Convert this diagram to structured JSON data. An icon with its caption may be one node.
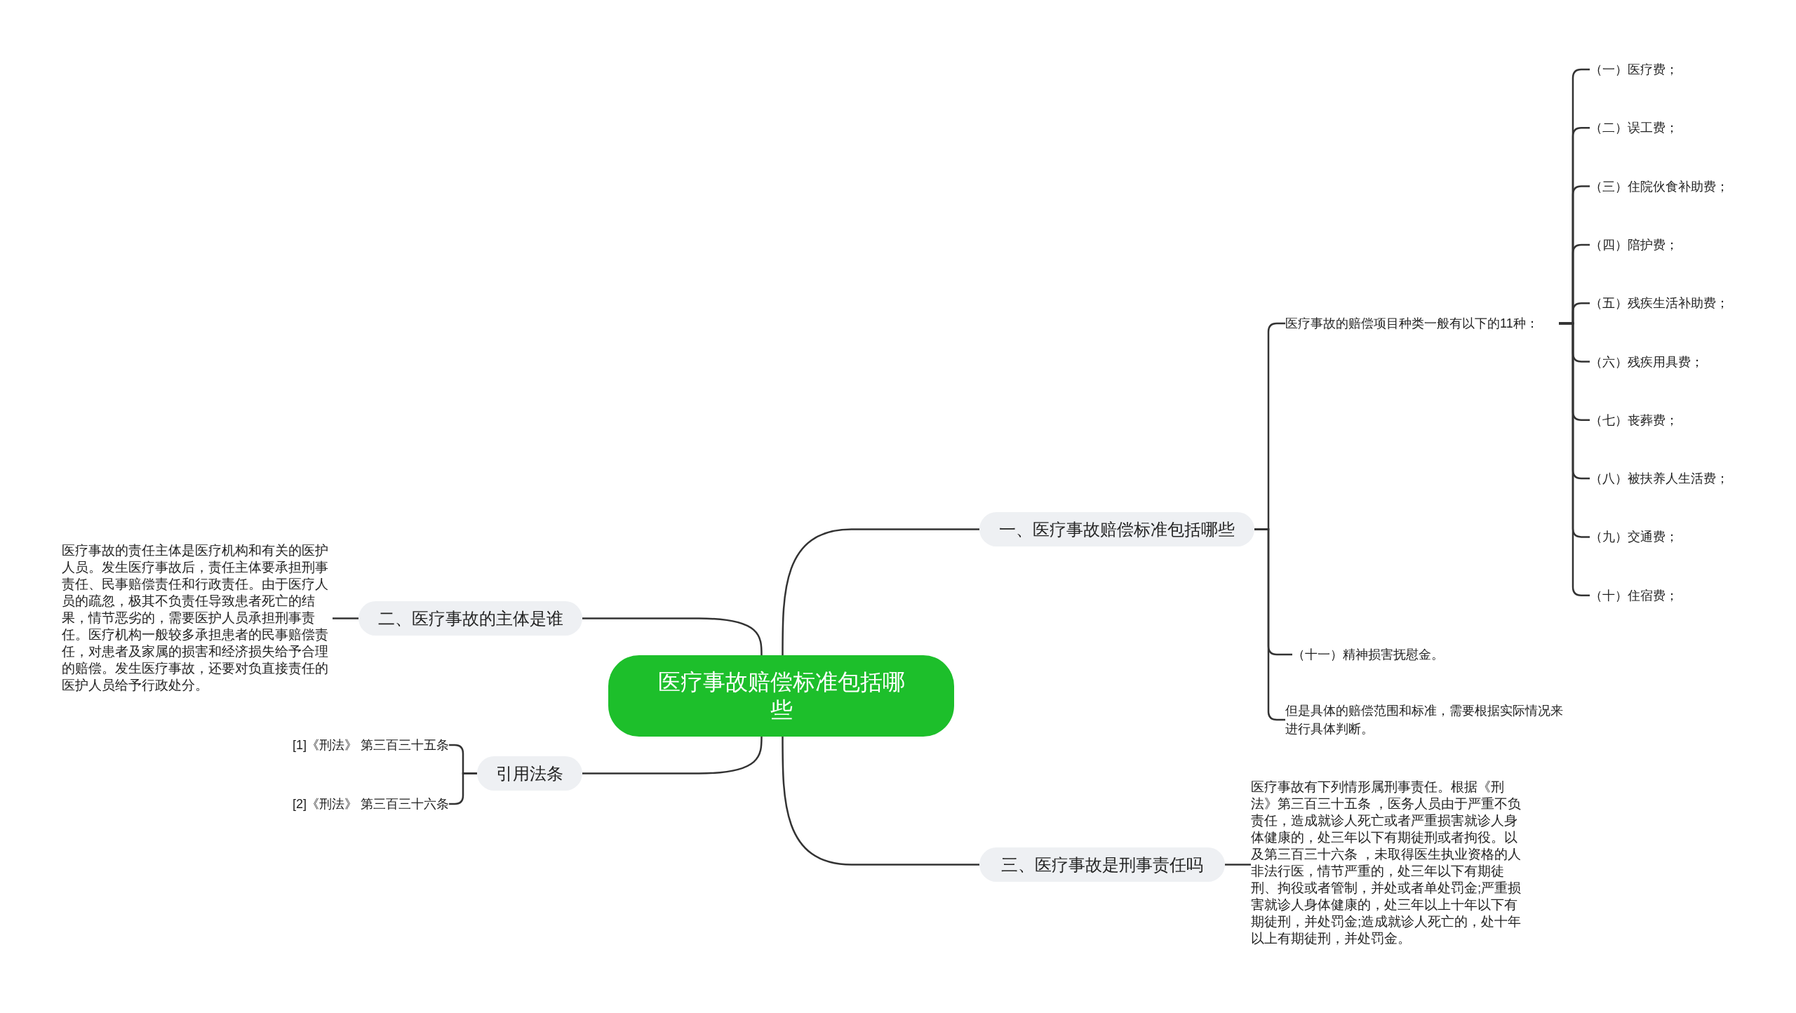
{
  "diagram": {
    "nodes": [
      {
        "text": [
          "医疗事故赔偿标准包括哪些"
        ]
      },
      {
        "text": [
          "一、医疗事故赔偿标准包括哪些"
        ]
      },
      {
        "text": [
          "医疗事故的赔偿项目种类一般有以下的11种："
        ]
      },
      {
        "text": [
          "（一）医疗费；"
        ]
      },
      {
        "text": [
          "（二）误工费；"
        ]
      },
      {
        "text": [
          "（三）住院伙食补助费；"
        ]
      },
      {
        "text": [
          "（四）陪护费；"
        ]
      },
      {
        "text": [
          "（五）残疾生活补助费；"
        ]
      },
      {
        "text": [
          "（六）残疾用具费；"
        ]
      },
      {
        "text": [
          "（七）丧葬费；"
        ]
      },
      {
        "text": [
          "（八）被扶养人生活费；"
        ]
      },
      {
        "text": [
          "（九）交通费；"
        ]
      },
      {
        "text": [
          "（十）住宿费；"
        ]
      },
      {
        "text": [
          "（十一）精神损害抚慰金。"
        ]
      },
      {
        "text": [
          "但是具体的赔偿范围和标准，需要根据实际情况来进行具体判断。"
        ]
      },
      {
        "text": [
          "二、医疗事故的主体是谁"
        ]
      },
      {
        "text": [
          "医疗事故的责任主体是医疗机构和有关的医护人员。发生医疗事故后，责任主体要承担刑事责任、民事赔偿责任和行政责任。由于医疗人员的疏忽，极其不负责任导致患者死亡的结果，情节恶劣的，需要医护人员承担刑事责任。医疗机构一般较多承担患者的民事赔偿责任，对患者及家属的损害和经济损失给予合理的赔偿。发生医疗事故，还要对负直接责任的医护人员给予行政处分。"
        ]
      },
      {
        "text": [
          "引用法条"
        ]
      },
      {
        "text": [
          "[1]《刑法》 第三百三十五条"
        ]
      },
      {
        "text": [
          "[2]《刑法》 第三百三十六条"
        ]
      },
      {
        "text": [
          "三、医疗事故是刑事责任吗"
        ]
      },
      {
        "text": [
          "医疗事故有下列情形属刑事责任。根据《刑法》第三百三十五条 ，医务人员由于严重不负责任，造成就诊人死亡或者严重损害就诊人身体健康的，处三年以下有期徒刑或者拘役。以及第三百三十六条 ，未取得医生执业资格的人非法行医，情节严重的，处三年以下有期徒刑、拘役或者管制，并处或者单处罚金;严重损害就诊人身体健康的，处三年以上十年以下有期徒刑，并处罚金;造成就诊人死亡的，处十年以上有期徒刑，并处罚金。"
        ]
      }
    ],
    "edges": [
      {
        "from": 0,
        "to": 1,
        "arrow": "none"
      },
      {
        "from": 1,
        "to": 2,
        "arrow": "none"
      },
      {
        "from": 2,
        "to": 3,
        "arrow": "none"
      },
      {
        "from": 2,
        "to": 4,
        "arrow": "none"
      },
      {
        "from": 2,
        "to": 5,
        "arrow": "none"
      },
      {
        "from": 2,
        "to": 6,
        "arrow": "none"
      },
      {
        "from": 2,
        "to": 7,
        "arrow": "none"
      },
      {
        "from": 2,
        "to": 8,
        "arrow": "none"
      },
      {
        "from": 2,
        "to": 9,
        "arrow": "none"
      },
      {
        "from": 2,
        "to": 10,
        "arrow": "none"
      },
      {
        "from": 2,
        "to": 11,
        "arrow": "none"
      },
      {
        "from": 2,
        "to": 12,
        "arrow": "none"
      },
      {
        "from": 1,
        "to": 13,
        "arrow": "none"
      },
      {
        "from": 1,
        "to": 14,
        "arrow": "none"
      },
      {
        "from": 0,
        "to": 15,
        "arrow": "none"
      },
      {
        "from": 15,
        "to": 16,
        "arrow": "none"
      },
      {
        "from": 0,
        "to": 17,
        "arrow": "none"
      },
      {
        "from": 17,
        "to": 18,
        "arrow": "none"
      },
      {
        "from": 17,
        "to": 19,
        "arrow": "none"
      },
      {
        "from": 0,
        "to": 20,
        "arrow": "none"
      },
      {
        "from": 20,
        "to": 21,
        "arrow": "none"
      }
    ]
  }
}
